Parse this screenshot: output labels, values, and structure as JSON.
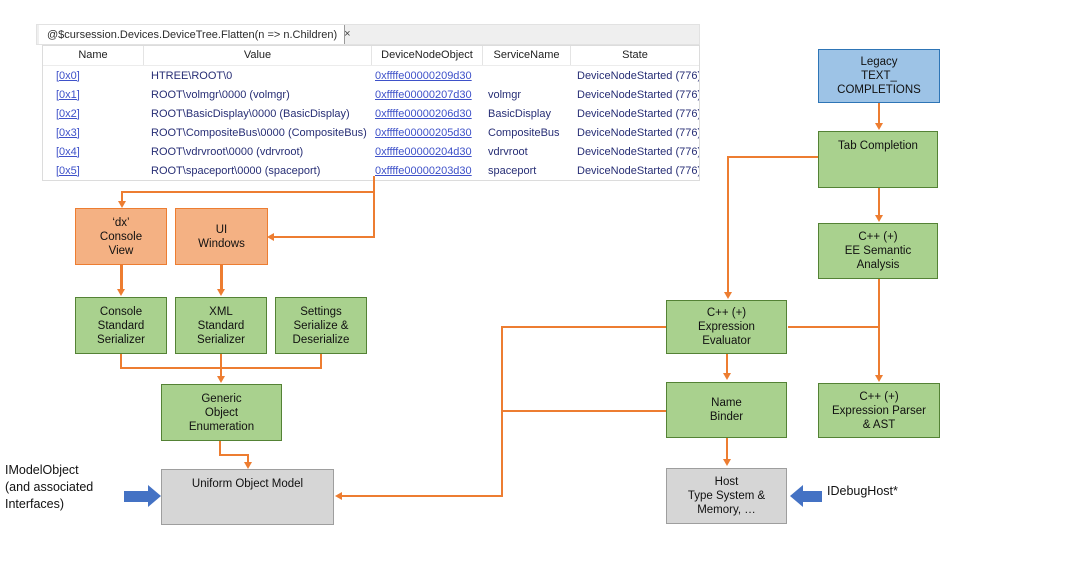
{
  "tab": {
    "label": "@$cursession.Devices.DeviceTree.Flatten(n => n.Children)",
    "close": "×"
  },
  "table": {
    "columns": [
      "Name",
      "Value",
      "DeviceNodeObject",
      "ServiceName",
      "State"
    ],
    "rows": [
      {
        "name": "[0x0]",
        "value": "HTREE\\ROOT\\0",
        "device_node_object": "0xffffe00000209d30",
        "service_name": "",
        "state": "DeviceNodeStarted (776)"
      },
      {
        "name": "[0x1]",
        "value": "ROOT\\volmgr\\0000 (volmgr)",
        "device_node_object": "0xffffe00000207d30",
        "service_name": "volmgr",
        "state": "DeviceNodeStarted (776)"
      },
      {
        "name": "[0x2]",
        "value": "ROOT\\BasicDisplay\\0000 (BasicDisplay)",
        "device_node_object": "0xffffe00000206d30",
        "service_name": "BasicDisplay",
        "state": "DeviceNodeStarted (776)"
      },
      {
        "name": "[0x3]",
        "value": "ROOT\\CompositeBus\\0000 (CompositeBus)",
        "device_node_object": "0xffffe00000205d30",
        "service_name": "CompositeBus",
        "state": "DeviceNodeStarted (776)"
      },
      {
        "name": "[0x4]",
        "value": "ROOT\\vdrvroot\\0000 (vdrvroot)",
        "device_node_object": "0xffffe00000204d30",
        "service_name": "vdrvroot",
        "state": "DeviceNodeStarted (776)"
      },
      {
        "name": "[0x5]",
        "value": "ROOT\\spaceport\\0000 (spaceport)",
        "device_node_object": "0xffffe00000203d30",
        "service_name": "spaceport",
        "state": "DeviceNodeStarted (776)"
      }
    ]
  },
  "boxes": {
    "legacy_completions": {
      "text": "Legacy\nTEXT_\nCOMPLETIONS"
    },
    "tab_completion": {
      "text": "Tab Completion"
    },
    "ee_semantic_analysis": {
      "text": "C++ (+)\nEE Semantic\nAnalysis"
    },
    "dx_console_view": {
      "text": "‘dx’\nConsole\nView"
    },
    "ui_windows": {
      "text": "UI\nWindows"
    },
    "console_standard_serializer": {
      "text": "Console\nStandard\nSerializer"
    },
    "xml_standard_serializer": {
      "text": "XML\nStandard\nSerializer"
    },
    "settings_serialize_deserialize": {
      "text": "Settings\nSerialize &\nDeserialize"
    },
    "generic_object_enumeration": {
      "text": "Generic\nObject\nEnumeration"
    },
    "uniform_object_model": {
      "text": "Uniform Object Model"
    },
    "expression_evaluator": {
      "text": "C++ (+)\nExpression\nEvaluator"
    },
    "name_binder": {
      "text": "Name\nBinder"
    },
    "expression_parser_ast": {
      "text": "C++ (+)\nExpression Parser\n& AST"
    },
    "host_type_system": {
      "text": "Host\nType System &\nMemory, …"
    }
  },
  "annotations": {
    "imodelobject": "IModelObject\n(and associated\nInterfaces)",
    "idebughost": "IDebugHost*"
  },
  "colors": {
    "connector_orange": "#ed7d31",
    "box_orange_fill": "#f4b183",
    "box_green_fill": "#a9d18e",
    "box_green_border": "#548235",
    "box_blue_fill": "#9dc3e6",
    "box_blue_border": "#2e75b6",
    "box_gray_fill": "#d6d6d6",
    "big_arrow_blue": "#4472c4",
    "link_blue": "#3e51c9",
    "value_navy": "#272e75"
  }
}
